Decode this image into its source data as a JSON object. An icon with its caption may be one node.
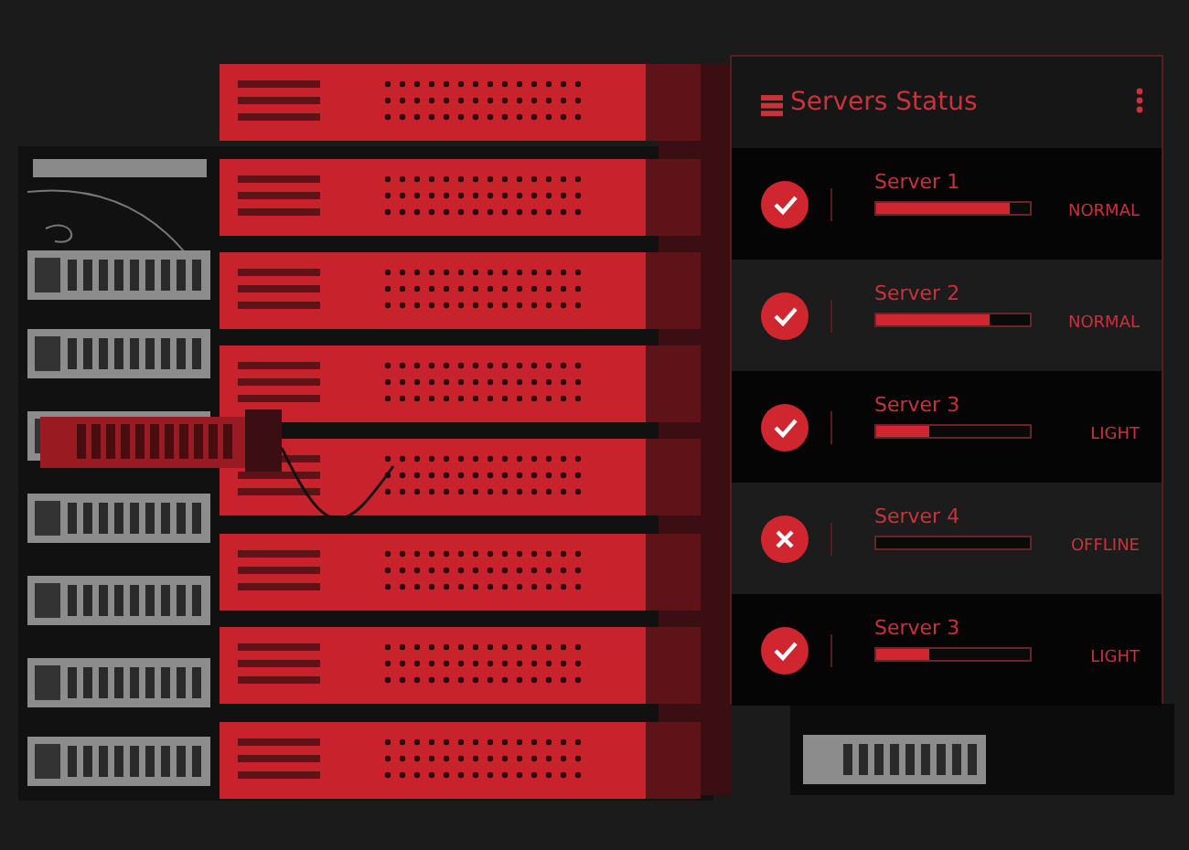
{
  "diagram": {
    "labels": [
      "Servers Status",
      "Server 1",
      "NORMAL",
      "Server 2",
      "NORMAL",
      "Server 3",
      "LIGHT",
      "Server 4",
      "OFFLINE",
      "Server 3",
      "LIGHT"
    ]
  }
}
